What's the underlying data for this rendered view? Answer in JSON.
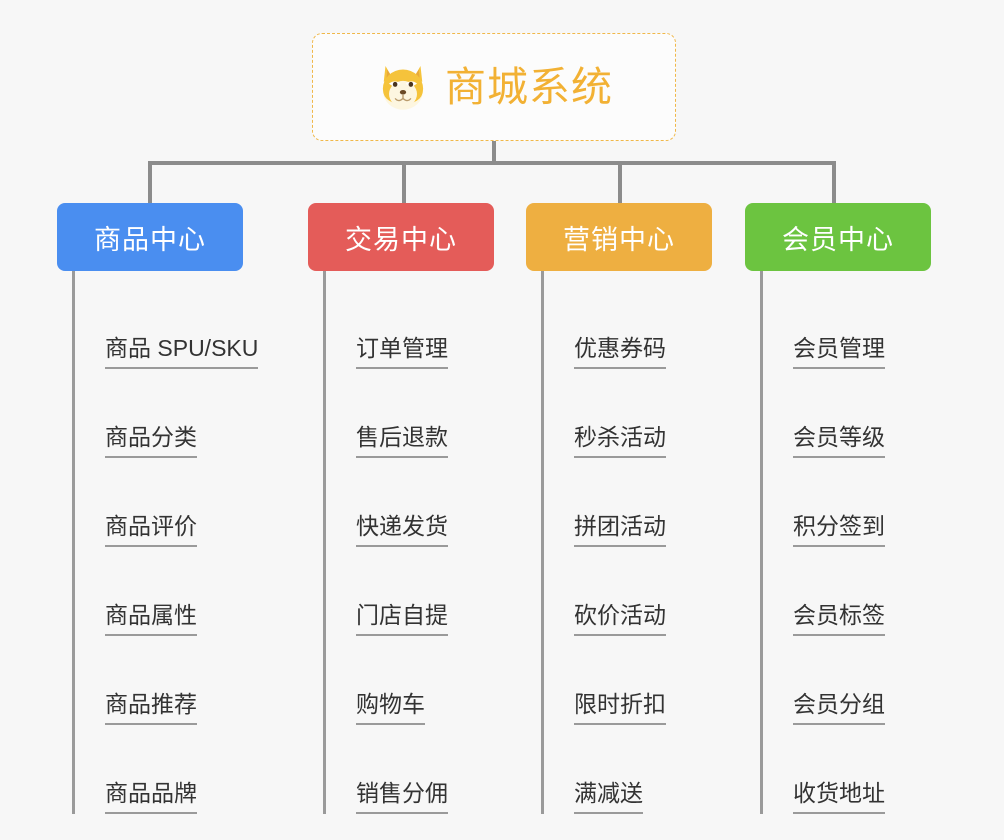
{
  "background_color": "#f7f7f7",
  "root": {
    "title": "商城系统",
    "icon": "shiba-dog-emoji",
    "text_color": "#f2b134",
    "border_color": "#f0b84a",
    "border_style": "dashed"
  },
  "connector_color": "#8c8c8c",
  "columns": [
    {
      "title": "商品中心",
      "color": "#4a8ef0",
      "width": 186,
      "items": [
        {
          "label": "商品 SPU/SKU"
        },
        {
          "label": "商品分类"
        },
        {
          "label": "商品评价"
        },
        {
          "label": "商品属性"
        },
        {
          "label": "商品推荐"
        },
        {
          "label": "商品品牌"
        }
      ]
    },
    {
      "title": "交易中心",
      "color": "#e45c59",
      "width": 186,
      "items": [
        {
          "label": "订单管理"
        },
        {
          "label": "售后退款"
        },
        {
          "label": "快递发货"
        },
        {
          "label": "门店自提"
        },
        {
          "label": "购物车"
        },
        {
          "label": "销售分佣"
        }
      ]
    },
    {
      "title": "营销中心",
      "color": "#eeaf41",
      "width": 186,
      "items": [
        {
          "label": "优惠券码"
        },
        {
          "label": "秒杀活动"
        },
        {
          "label": "拼团活动"
        },
        {
          "label": "砍价活动"
        },
        {
          "label": "限时折扣"
        },
        {
          "label": "满减送"
        }
      ]
    },
    {
      "title": "会员中心",
      "color": "#6cc440",
      "width": 186,
      "items": [
        {
          "label": "会员管理"
        },
        {
          "label": "会员等级"
        },
        {
          "label": "积分签到"
        },
        {
          "label": "会员标签"
        },
        {
          "label": "会员分组"
        },
        {
          "label": "收货地址"
        }
      ]
    }
  ]
}
